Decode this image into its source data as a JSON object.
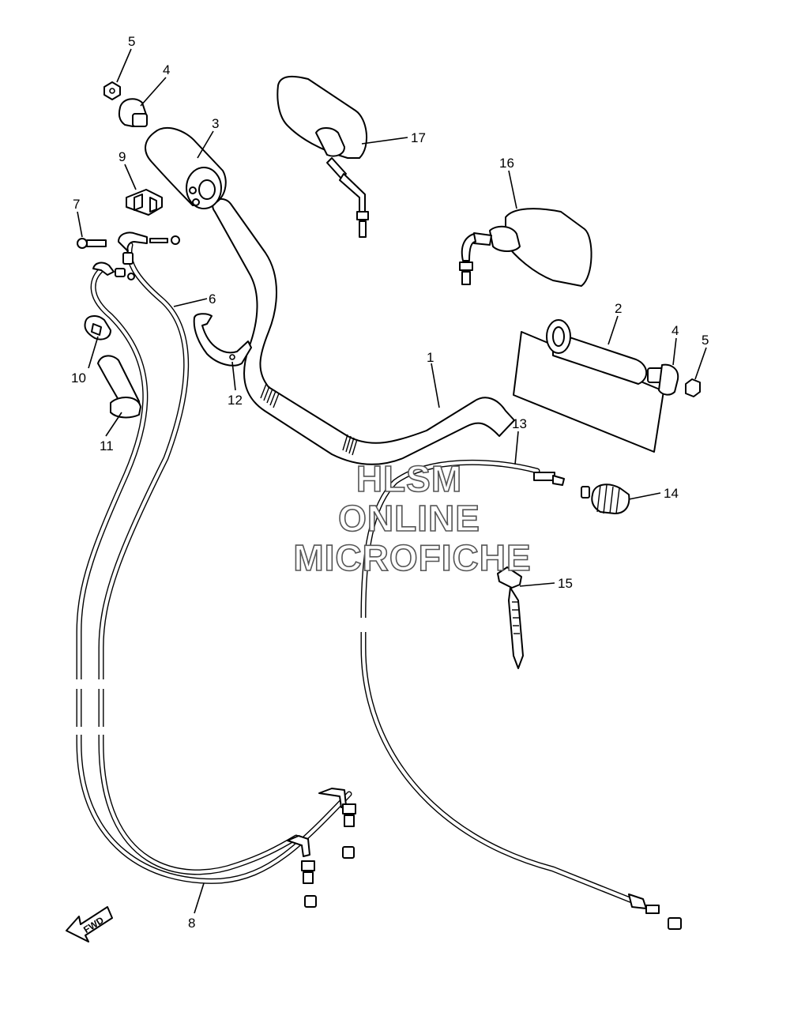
{
  "watermark": {
    "line1": "HLSM",
    "line2": "ONLINE",
    "line3": "MICROFICHE"
  },
  "fwd_label": "FWD",
  "callouts": [
    {
      "id": "c5a",
      "label": "5"
    },
    {
      "id": "c4a",
      "label": "4"
    },
    {
      "id": "c3",
      "label": "3"
    },
    {
      "id": "c17",
      "label": "17"
    },
    {
      "id": "c16",
      "label": "16"
    },
    {
      "id": "c9",
      "label": "9"
    },
    {
      "id": "c7",
      "label": "7"
    },
    {
      "id": "c6",
      "label": "6"
    },
    {
      "id": "c10",
      "label": "10"
    },
    {
      "id": "c11",
      "label": "11"
    },
    {
      "id": "c12",
      "label": "12"
    },
    {
      "id": "c1",
      "label": "1"
    },
    {
      "id": "c2",
      "label": "2"
    },
    {
      "id": "c4b",
      "label": "4"
    },
    {
      "id": "c5b",
      "label": "5"
    },
    {
      "id": "c13",
      "label": "13"
    },
    {
      "id": "c14",
      "label": "14"
    },
    {
      "id": "c15",
      "label": "15"
    },
    {
      "id": "c8",
      "label": "8"
    }
  ]
}
